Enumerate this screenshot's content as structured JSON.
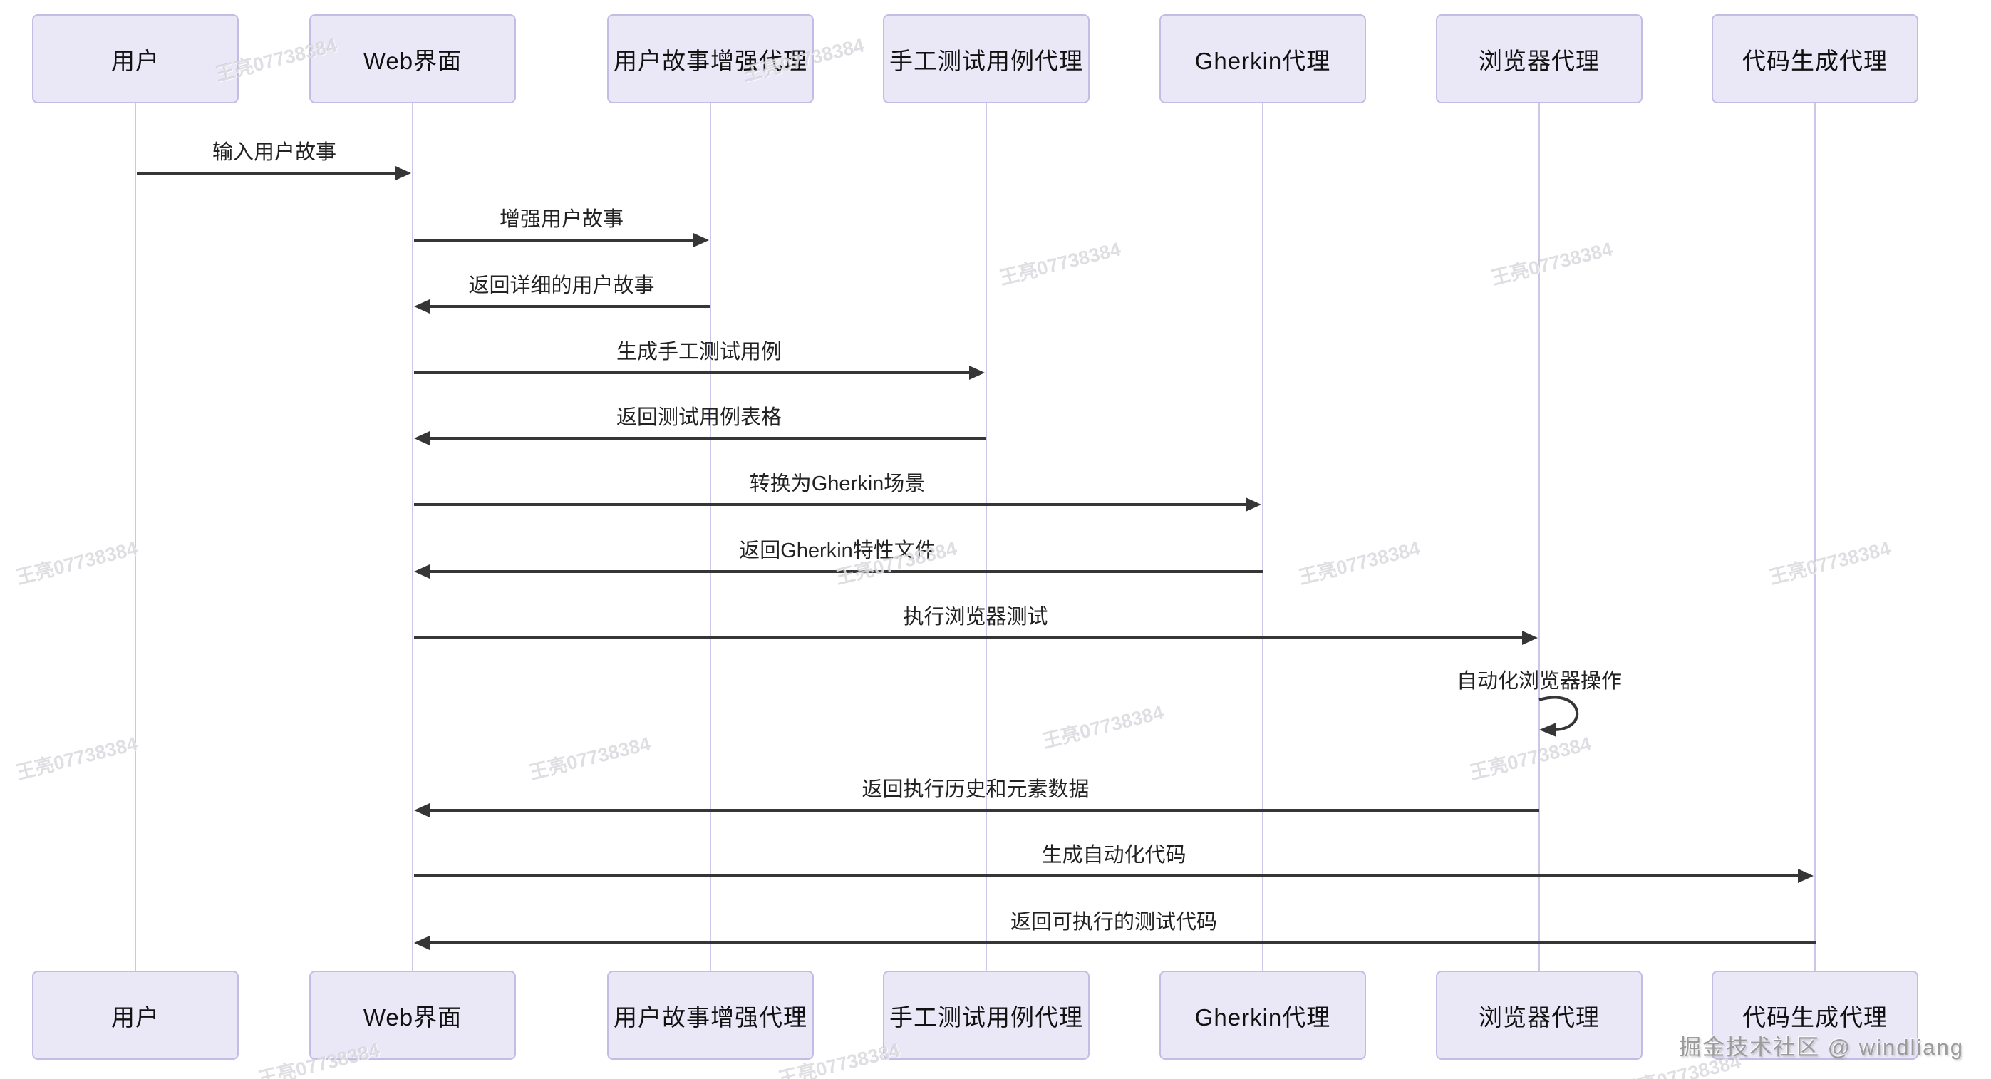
{
  "diagram": {
    "type": "sequence-diagram",
    "actors": [
      {
        "label": "用户"
      },
      {
        "label": "Web界面"
      },
      {
        "label": "用户故事增强代理"
      },
      {
        "label": "手工测试用例代理"
      },
      {
        "label": "Gherkin代理"
      },
      {
        "label": "浏览器代理"
      },
      {
        "label": "代码生成代理"
      }
    ],
    "messages": [
      {
        "label": "输入用户故事",
        "from": "用户",
        "to": "Web界面"
      },
      {
        "label": "增强用户故事",
        "from": "Web界面",
        "to": "用户故事增强代理"
      },
      {
        "label": "返回详细的用户故事",
        "from": "用户故事增强代理",
        "to": "Web界面"
      },
      {
        "label": "生成手工测试用例",
        "from": "Web界面",
        "to": "手工测试用例代理"
      },
      {
        "label": "返回测试用例表格",
        "from": "手工测试用例代理",
        "to": "Web界面"
      },
      {
        "label": "转换为Gherkin场景",
        "from": "Web界面",
        "to": "Gherkin代理"
      },
      {
        "label": "返回Gherkin特性文件",
        "from": "Gherkin代理",
        "to": "Web界面"
      },
      {
        "label": "执行浏览器测试",
        "from": "Web界面",
        "to": "浏览器代理"
      },
      {
        "label": "自动化浏览器操作",
        "from": "浏览器代理",
        "to": "浏览器代理",
        "self": true
      },
      {
        "label": "返回执行历史和元素数据",
        "from": "浏览器代理",
        "to": "Web界面"
      },
      {
        "label": "生成自动化代码",
        "from": "Web界面",
        "to": "代码生成代理"
      },
      {
        "label": "返回可执行的测试代码",
        "from": "代码生成代理",
        "to": "Web界面"
      }
    ],
    "watermark": {
      "text": "王亮07738384"
    },
    "credit": {
      "text": "掘金技术社区 @ windliang"
    },
    "colors": {
      "actor_fill": "#EAE8F7",
      "actor_border": "#C3BCE4",
      "lifeline": "#CCC7E8",
      "arrow": "#363636",
      "background": "#FFFFFF"
    }
  }
}
